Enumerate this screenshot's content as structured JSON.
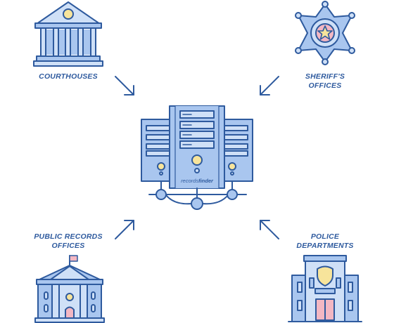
{
  "nodes": {
    "courthouses": {
      "lines": [
        "COURTHOUSES"
      ]
    },
    "sheriffs_offices": {
      "lines": [
        "SHERIFF'S",
        "OFFICES"
      ]
    },
    "public_records_offices": {
      "lines": [
        "PUBLIC RECORDS",
        "OFFICES"
      ]
    },
    "police_departments": {
      "lines": [
        "POLICE",
        "DEPARTMENTS"
      ]
    }
  },
  "center": {
    "brand_light": "records",
    "brand_bold": "finder"
  },
  "colors": {
    "stroke": "#2e5a9e",
    "fill": "#a9c6ef",
    "fill_light": "#cfe0f7",
    "accent_yellow": "#f7e49b",
    "accent_pink": "#f3b7c3"
  },
  "icons": [
    "courthouse-icon",
    "sheriff-badge-icon",
    "server-hub-icon",
    "public-records-office-icon",
    "police-department-icon"
  ]
}
